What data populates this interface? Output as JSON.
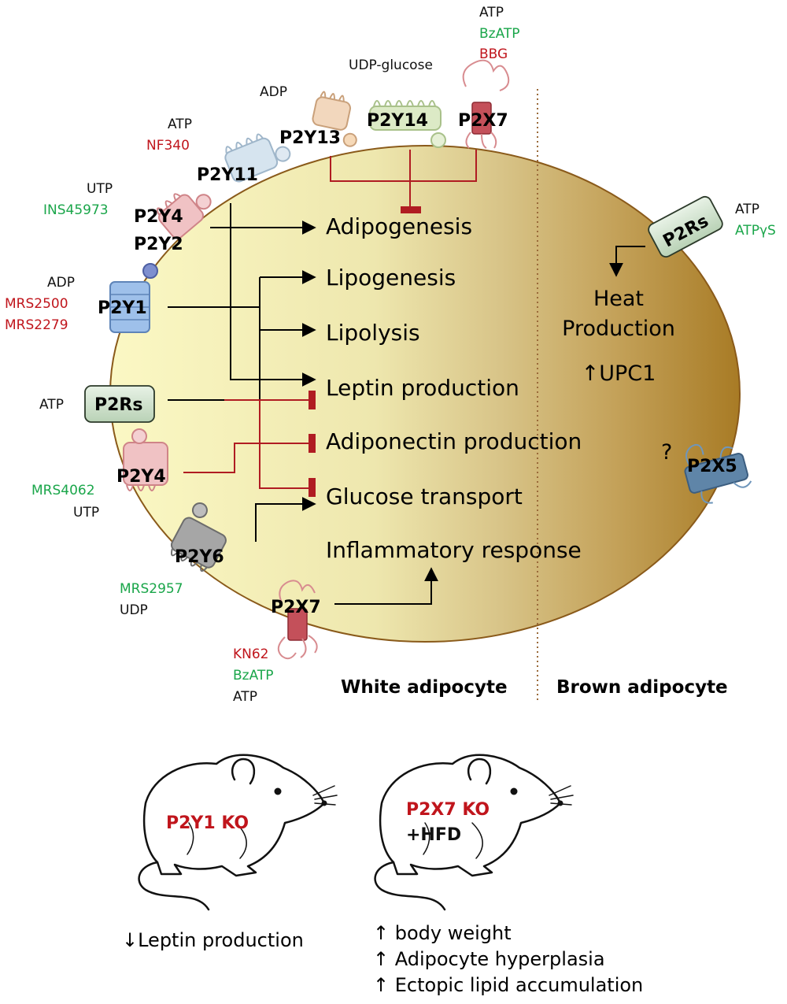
{
  "colors": {
    "agonist": "#1aa64a",
    "antagonist": "#c0151c",
    "neutral": "#111111",
    "inhibit": "#b01c22"
  },
  "receptors": {
    "p2y13": "P2Y13",
    "p2y14": "P2Y14",
    "p2x7_top": "P2X7",
    "p2y11": "P2Y11",
    "p2y4_top": "P2Y4",
    "p2y2": "P2Y2",
    "p2y1": "P2Y1",
    "p2rs_white": "P2Rs",
    "p2y4_bottom": "P2Y4",
    "p2y6": "P2Y6",
    "p2x7_bottom": "P2X7",
    "p2rs_brown": "P2Rs",
    "p2x5": "P2X5"
  },
  "ligands": {
    "p2x7_top": [
      "ATP",
      "BzATP",
      "BBG"
    ],
    "p2y14": [
      "UDP-glucose"
    ],
    "p2y13": [
      "ADP"
    ],
    "p2y11": [
      "ATP",
      "NF340"
    ],
    "p2y4_top": [
      "UTP",
      "INS45973"
    ],
    "p2y1": [
      "ADP",
      "MRS2500",
      "MRS2279"
    ],
    "p2rs_white": [
      "ATP"
    ],
    "p2y4_bottom": [
      "MRS4062",
      "UTP"
    ],
    "p2y6": [
      "MRS2957",
      "UDP"
    ],
    "p2x7_bottom": [
      "KN62",
      "BzATP",
      "ATP"
    ],
    "p2rs_brown": [
      "ATP",
      "ATPγS"
    ]
  },
  "processes": [
    "Adipogenesis",
    "Lipogenesis",
    "Lipolysis",
    "Leptin production",
    "Adiponectin production",
    "Glucose transport",
    "Inflammatory response"
  ],
  "brown_adipocyte": {
    "heat_line1": "Heat",
    "heat_line2": "Production",
    "ucp": "↑UPC1",
    "question": "?"
  },
  "cell_labels": {
    "white": "White adipocyte",
    "brown": "Brown adipocyte"
  },
  "mice": {
    "left": {
      "label": "P2Y1 KO",
      "outcomes": [
        "↓Leptin production"
      ]
    },
    "right": {
      "label_line1": "P2X7 KO",
      "label_line2": "+HFD",
      "outcomes": [
        "↑ body weight",
        "↑ Adipocyte hyperplasia",
        "↑ Ectopic lipid accumulation"
      ]
    }
  }
}
